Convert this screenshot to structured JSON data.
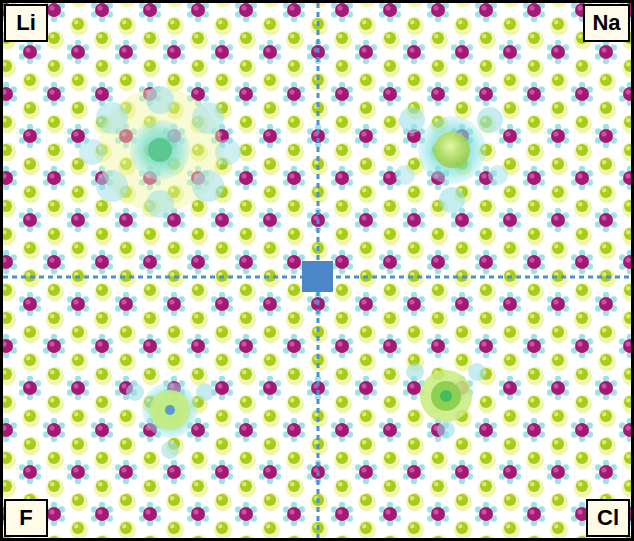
{
  "diagram": {
    "nodes": [
      {
        "text": [
          "Li"
        ]
      },
      {
        "text": [
          "Na"
        ]
      },
      {
        "text": [
          "F"
        ]
      },
      {
        "text": [
          "Cl"
        ]
      }
    ]
  }
}
